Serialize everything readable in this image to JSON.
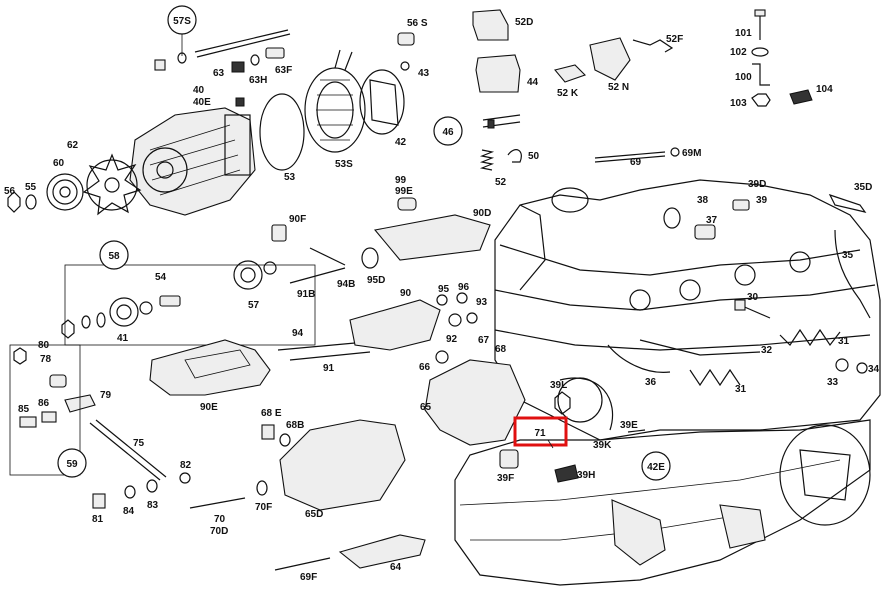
{
  "highlight": {
    "label": "71",
    "color": "#e01010"
  },
  "callouts": [
    {
      "id": "c57s",
      "text": "57S"
    },
    {
      "id": "c46",
      "text": "46"
    },
    {
      "id": "c58",
      "text": "58"
    },
    {
      "id": "c59",
      "text": "59"
    },
    {
      "id": "c42e",
      "text": "42E"
    }
  ],
  "labels": [
    {
      "id": "l56s",
      "text": "56 S"
    },
    {
      "id": "l52d",
      "text": "52D"
    },
    {
      "id": "l52f",
      "text": "52F"
    },
    {
      "id": "l101",
      "text": "101"
    },
    {
      "id": "l102",
      "text": "102"
    },
    {
      "id": "l100",
      "text": "100"
    },
    {
      "id": "l103",
      "text": "103"
    },
    {
      "id": "l104",
      "text": "104"
    },
    {
      "id": "l63f",
      "text": "63F"
    },
    {
      "id": "l63",
      "text": "63"
    },
    {
      "id": "l63h",
      "text": "63H"
    },
    {
      "id": "l43",
      "text": "43"
    },
    {
      "id": "l44",
      "text": "44"
    },
    {
      "id": "l52k",
      "text": "52 K"
    },
    {
      "id": "l52n",
      "text": "52 N"
    },
    {
      "id": "l40",
      "text": "40"
    },
    {
      "id": "l40e",
      "text": "40E"
    },
    {
      "id": "l42",
      "text": "42"
    },
    {
      "id": "l62",
      "text": "62"
    },
    {
      "id": "l53s",
      "text": "53S"
    },
    {
      "id": "l50",
      "text": "50"
    },
    {
      "id": "l69",
      "text": "69"
    },
    {
      "id": "l69m",
      "text": "69M"
    },
    {
      "id": "l60",
      "text": "60"
    },
    {
      "id": "l53",
      "text": "53"
    },
    {
      "id": "l52",
      "text": "52"
    },
    {
      "id": "l56",
      "text": "56"
    },
    {
      "id": "l55",
      "text": "55"
    },
    {
      "id": "l99",
      "text": "99"
    },
    {
      "id": "l99e",
      "text": "99E"
    },
    {
      "id": "l39d",
      "text": "39D"
    },
    {
      "id": "l35d",
      "text": "35D"
    },
    {
      "id": "l38",
      "text": "38"
    },
    {
      "id": "l39",
      "text": "39"
    },
    {
      "id": "l90d",
      "text": "90D"
    },
    {
      "id": "l90f",
      "text": "90F"
    },
    {
      "id": "l37",
      "text": "37"
    },
    {
      "id": "l54",
      "text": "54"
    },
    {
      "id": "l94b",
      "text": "94B"
    },
    {
      "id": "l95d",
      "text": "95D"
    },
    {
      "id": "l35",
      "text": "35"
    },
    {
      "id": "l91b",
      "text": "91B"
    },
    {
      "id": "l90",
      "text": "90"
    },
    {
      "id": "l95",
      "text": "95"
    },
    {
      "id": "l96",
      "text": "96"
    },
    {
      "id": "l93",
      "text": "93"
    },
    {
      "id": "l57",
      "text": "57"
    },
    {
      "id": "l30",
      "text": "30"
    },
    {
      "id": "l41",
      "text": "41"
    },
    {
      "id": "l94",
      "text": "94"
    },
    {
      "id": "l92",
      "text": "92"
    },
    {
      "id": "l67",
      "text": "67"
    },
    {
      "id": "l68",
      "text": "68"
    },
    {
      "id": "l31a",
      "text": "31"
    },
    {
      "id": "l80",
      "text": "80"
    },
    {
      "id": "l91",
      "text": "91"
    },
    {
      "id": "l32",
      "text": "32"
    },
    {
      "id": "l78",
      "text": "78"
    },
    {
      "id": "l66",
      "text": "66"
    },
    {
      "id": "l36",
      "text": "36"
    },
    {
      "id": "l33",
      "text": "33"
    },
    {
      "id": "l34",
      "text": "34"
    },
    {
      "id": "l39l",
      "text": "39L"
    },
    {
      "id": "l31b",
      "text": "31"
    },
    {
      "id": "l79",
      "text": "79"
    },
    {
      "id": "l85",
      "text": "85"
    },
    {
      "id": "l86",
      "text": "86"
    },
    {
      "id": "l90e",
      "text": "90E"
    },
    {
      "id": "l65",
      "text": "65"
    },
    {
      "id": "l68e",
      "text": "68 E"
    },
    {
      "id": "l68b",
      "text": "68B"
    },
    {
      "id": "l75",
      "text": "75"
    },
    {
      "id": "l39e",
      "text": "39E"
    },
    {
      "id": "l39k",
      "text": "39K"
    },
    {
      "id": "l82",
      "text": "82"
    },
    {
      "id": "l39f",
      "text": "39F"
    },
    {
      "id": "l39h",
      "text": "39H"
    },
    {
      "id": "l81",
      "text": "81"
    },
    {
      "id": "l84",
      "text": "84"
    },
    {
      "id": "l83",
      "text": "83"
    },
    {
      "id": "l70",
      "text": "70"
    },
    {
      "id": "l70d",
      "text": "70D"
    },
    {
      "id": "l70f",
      "text": "70F"
    },
    {
      "id": "l65d",
      "text": "65D"
    },
    {
      "id": "l64",
      "text": "64"
    },
    {
      "id": "l69f",
      "text": "69F"
    }
  ]
}
